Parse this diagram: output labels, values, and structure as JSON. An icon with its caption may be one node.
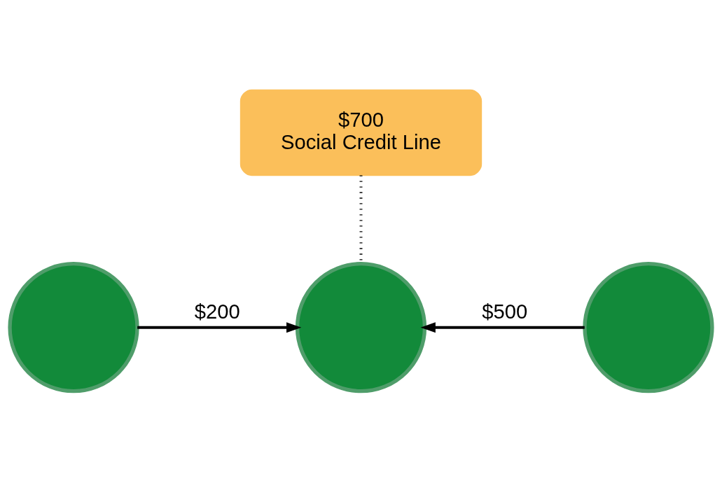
{
  "diagram": {
    "nodes": [
      {
        "text": [
          "$700",
          "Social Credit Line"
        ]
      },
      {
        "text": [],
        "shape": "person"
      },
      {
        "text": [],
        "shape": "person"
      },
      {
        "text": [],
        "shape": "person"
      }
    ],
    "edges": [
      {
        "from": 0,
        "to": 2,
        "arrow": "none",
        "style": "dashed"
      },
      {
        "from": 1,
        "to": 2,
        "arrow": "to",
        "label": "$200"
      },
      {
        "from": 3,
        "to": 2,
        "arrow": "to",
        "label": "$500"
      }
    ]
  }
}
